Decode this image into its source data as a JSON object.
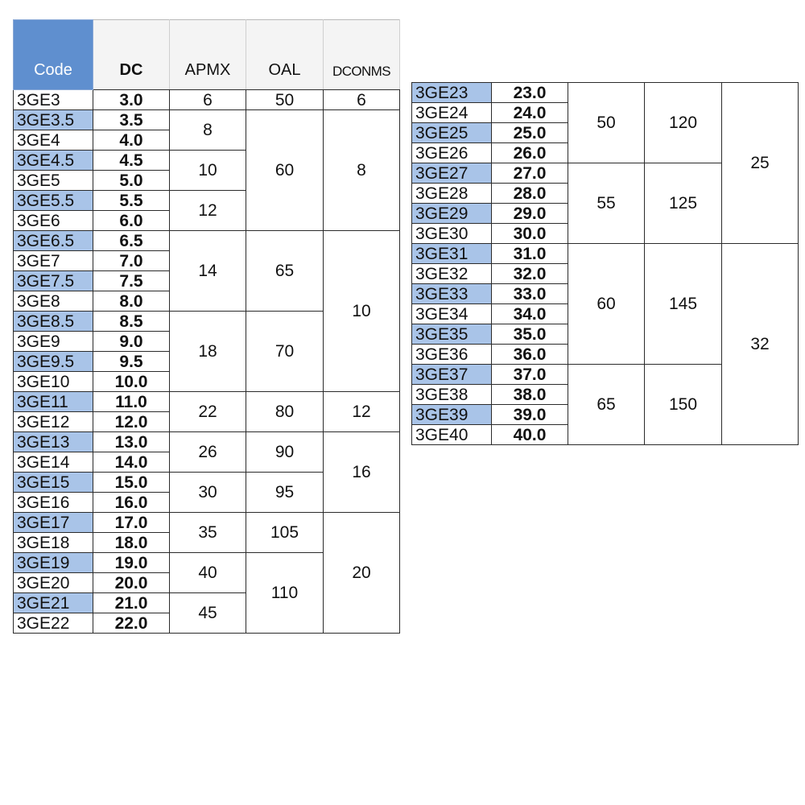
{
  "headers": {
    "code": "Code",
    "dc": "DC",
    "apmx": "APMX",
    "oal": "OAL",
    "dconms": "DCONMS"
  },
  "left_table": {
    "rows": [
      {
        "code": "3GE3",
        "dc": "3.0",
        "highlight": false
      },
      {
        "code": "3GE3.5",
        "dc": "3.5",
        "highlight": true
      },
      {
        "code": "3GE4",
        "dc": "4.0",
        "highlight": false
      },
      {
        "code": "3GE4.5",
        "dc": "4.5",
        "highlight": true
      },
      {
        "code": "3GE5",
        "dc": "5.0",
        "highlight": false
      },
      {
        "code": "3GE5.5",
        "dc": "5.5",
        "highlight": true
      },
      {
        "code": "3GE6",
        "dc": "6.0",
        "highlight": false
      },
      {
        "code": "3GE6.5",
        "dc": "6.5",
        "highlight": true
      },
      {
        "code": "3GE7",
        "dc": "7.0",
        "highlight": false
      },
      {
        "code": "3GE7.5",
        "dc": "7.5",
        "highlight": true
      },
      {
        "code": "3GE8",
        "dc": "8.0",
        "highlight": false
      },
      {
        "code": "3GE8.5",
        "dc": "8.5",
        "highlight": true
      },
      {
        "code": "3GE9",
        "dc": "9.0",
        "highlight": false
      },
      {
        "code": "3GE9.5",
        "dc": "9.5",
        "highlight": true
      },
      {
        "code": "3GE10",
        "dc": "10.0",
        "highlight": false
      },
      {
        "code": "3GE11",
        "dc": "11.0",
        "highlight": true
      },
      {
        "code": "3GE12",
        "dc": "12.0",
        "highlight": false
      },
      {
        "code": "3GE13",
        "dc": "13.0",
        "highlight": true
      },
      {
        "code": "3GE14",
        "dc": "14.0",
        "highlight": false
      },
      {
        "code": "3GE15",
        "dc": "15.0",
        "highlight": true
      },
      {
        "code": "3GE16",
        "dc": "16.0",
        "highlight": false
      },
      {
        "code": "3GE17",
        "dc": "17.0",
        "highlight": true
      },
      {
        "code": "3GE18",
        "dc": "18.0",
        "highlight": false
      },
      {
        "code": "3GE19",
        "dc": "19.0",
        "highlight": true
      },
      {
        "code": "3GE20",
        "dc": "20.0",
        "highlight": false
      },
      {
        "code": "3GE21",
        "dc": "21.0",
        "highlight": true
      },
      {
        "code": "3GE22",
        "dc": "22.0",
        "highlight": false
      }
    ],
    "apmx": [
      {
        "value": "6",
        "rows": 1
      },
      {
        "value": "8",
        "rows": 2
      },
      {
        "value": "10",
        "rows": 2
      },
      {
        "value": "12",
        "rows": 2
      },
      {
        "value": "14",
        "rows": 4
      },
      {
        "value": "18",
        "rows": 4
      },
      {
        "value": "22",
        "rows": 2
      },
      {
        "value": "26",
        "rows": 2
      },
      {
        "value": "30",
        "rows": 2
      },
      {
        "value": "35",
        "rows": 2
      },
      {
        "value": "40",
        "rows": 2
      },
      {
        "value": "45",
        "rows": 2
      }
    ],
    "oal": [
      {
        "value": "50",
        "rows": 1
      },
      {
        "value": "60",
        "rows": 6
      },
      {
        "value": "65",
        "rows": 4
      },
      {
        "value": "70",
        "rows": 4
      },
      {
        "value": "80",
        "rows": 2
      },
      {
        "value": "90",
        "rows": 2
      },
      {
        "value": "95",
        "rows": 2
      },
      {
        "value": "105",
        "rows": 2
      },
      {
        "value": "110",
        "rows": 4
      }
    ],
    "dconms": [
      {
        "value": "6",
        "rows": 1
      },
      {
        "value": "8",
        "rows": 6
      },
      {
        "value": "10",
        "rows": 8
      },
      {
        "value": "12",
        "rows": 2
      },
      {
        "value": "16",
        "rows": 4
      },
      {
        "value": "20",
        "rows": 6
      }
    ]
  },
  "right_table": {
    "rows": [
      {
        "code": "3GE23",
        "dc": "23.0",
        "highlight": true
      },
      {
        "code": "3GE24",
        "dc": "24.0",
        "highlight": false
      },
      {
        "code": "3GE25",
        "dc": "25.0",
        "highlight": true
      },
      {
        "code": "3GE26",
        "dc": "26.0",
        "highlight": false
      },
      {
        "code": "3GE27",
        "dc": "27.0",
        "highlight": true
      },
      {
        "code": "3GE28",
        "dc": "28.0",
        "highlight": false
      },
      {
        "code": "3GE29",
        "dc": "29.0",
        "highlight": true
      },
      {
        "code": "3GE30",
        "dc": "30.0",
        "highlight": false
      },
      {
        "code": "3GE31",
        "dc": "31.0",
        "highlight": true
      },
      {
        "code": "3GE32",
        "dc": "32.0",
        "highlight": false
      },
      {
        "code": "3GE33",
        "dc": "33.0",
        "highlight": true
      },
      {
        "code": "3GE34",
        "dc": "34.0",
        "highlight": false
      },
      {
        "code": "3GE35",
        "dc": "35.0",
        "highlight": true
      },
      {
        "code": "3GE36",
        "dc": "36.0",
        "highlight": false
      },
      {
        "code": "3GE37",
        "dc": "37.0",
        "highlight": true
      },
      {
        "code": "3GE38",
        "dc": "38.0",
        "highlight": false
      },
      {
        "code": "3GE39",
        "dc": "39.0",
        "highlight": true
      },
      {
        "code": "3GE40",
        "dc": "40.0",
        "highlight": false
      }
    ],
    "apmx": [
      {
        "value": "50",
        "rows": 4
      },
      {
        "value": "55",
        "rows": 4
      },
      {
        "value": "60",
        "rows": 6
      },
      {
        "value": "65",
        "rows": 4
      }
    ],
    "oal": [
      {
        "value": "120",
        "rows": 4
      },
      {
        "value": "125",
        "rows": 4
      },
      {
        "value": "145",
        "rows": 6
      },
      {
        "value": "150",
        "rows": 4
      }
    ],
    "dconms": [
      {
        "value": "25",
        "rows": 8
      },
      {
        "value": "32",
        "rows": 10
      }
    ]
  },
  "colors": {
    "header_code_bg": "#5f8fcf",
    "highlight_bg": "#a9c4e8",
    "header_bg": "#f4f4f4",
    "border": "#2b2b2b"
  }
}
